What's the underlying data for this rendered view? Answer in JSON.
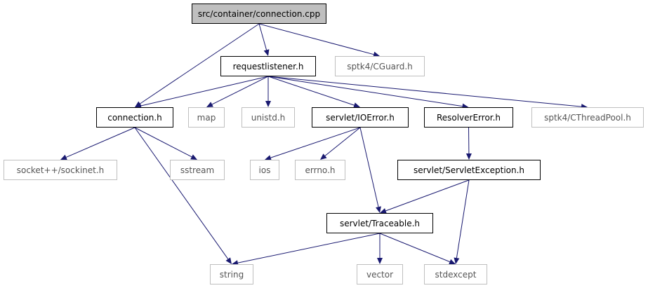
{
  "colors": {
    "edge": "#191970",
    "root_fill": "#bfbfbf",
    "faint_border": "#bfbfbf",
    "node_border": "#000000"
  },
  "nodes": {
    "root": "src/container/connection.cpp",
    "requestlistener": "requestlistener.h",
    "cguard": "sptk4/CGuard.h",
    "connection": "connection.h",
    "map": "map",
    "unistd": "unistd.h",
    "ioerror": "servlet/IOError.h",
    "resolvererror": "ResolverError.h",
    "cthreadpool": "sptk4/CThreadPool.h",
    "sockinet": "socket++/sockinet.h",
    "sstream": "sstream",
    "ios": "ios",
    "errno": "errno.h",
    "servletexception": "servlet/ServletException.h",
    "traceable": "servlet/Traceable.h",
    "string": "string",
    "vector": "vector",
    "stdexcept": "stdexcept"
  },
  "edges": [
    [
      "root",
      "connection"
    ],
    [
      "root",
      "requestlistener"
    ],
    [
      "root",
      "cguard"
    ],
    [
      "requestlistener",
      "connection"
    ],
    [
      "requestlistener",
      "map"
    ],
    [
      "requestlistener",
      "unistd"
    ],
    [
      "requestlistener",
      "ioerror"
    ],
    [
      "requestlistener",
      "resolvererror"
    ],
    [
      "requestlistener",
      "cthreadpool"
    ],
    [
      "connection",
      "sockinet"
    ],
    [
      "connection",
      "sstream"
    ],
    [
      "connection",
      "string"
    ],
    [
      "ioerror",
      "ios"
    ],
    [
      "ioerror",
      "errno"
    ],
    [
      "ioerror",
      "traceable"
    ],
    [
      "resolvererror",
      "servletexception"
    ],
    [
      "servletexception",
      "traceable"
    ],
    [
      "servletexception",
      "stdexcept"
    ],
    [
      "traceable",
      "string"
    ],
    [
      "traceable",
      "vector"
    ],
    [
      "traceable",
      "stdexcept"
    ]
  ]
}
